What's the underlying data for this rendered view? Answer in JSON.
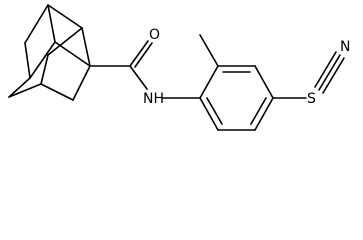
{
  "molecule": {
    "atom_labels": {
      "carbonyl_oxygen": "O",
      "amide_nitrogen": "NH",
      "thio_sulfur": "S",
      "nitrile_nitrogen": "N"
    },
    "colors": {
      "bond": "#000000",
      "label": "#000000",
      "background": "#ffffff"
    }
  }
}
